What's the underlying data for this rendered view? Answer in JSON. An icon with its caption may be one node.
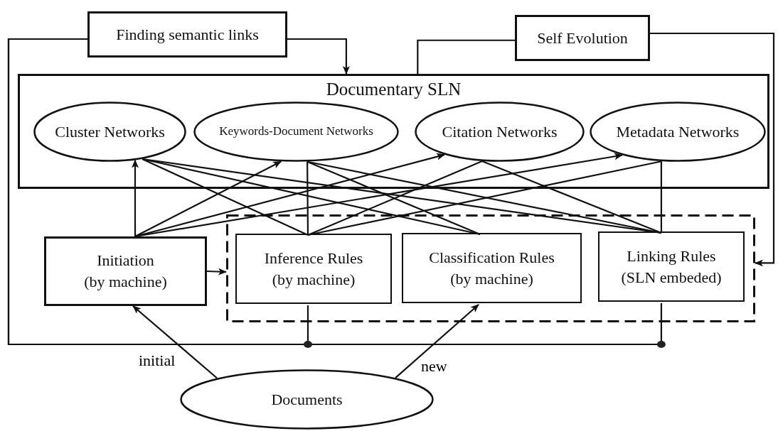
{
  "diagram": {
    "nodes": [
      {
        "text": [
          "Finding semantic links"
        ]
      },
      {
        "text": [
          "Self Evolution"
        ]
      },
      {
        "text": [
          "Documentary SLN"
        ]
      },
      {
        "text": [
          "Cluster Networks"
        ],
        "in": 2
      },
      {
        "text": [
          "Keywords-Document Networks"
        ],
        "in": 2
      },
      {
        "text": [
          "Citation Networks"
        ],
        "in": 2
      },
      {
        "text": [
          "Metadata Networks"
        ],
        "in": 2
      },
      {
        "text": [
          "Initiation (by machine)"
        ]
      },
      {
        "text": [],
        "shape": "box"
      },
      {
        "text": [
          "Inference Rules (by machine)"
        ],
        "in": 8
      },
      {
        "text": [
          "Classification Rules (by machine)"
        ],
        "in": 8
      },
      {
        "text": [
          "Linking Rules (SLN embeded)"
        ],
        "in": 8
      },
      {
        "text": [
          "Documents"
        ]
      }
    ],
    "edges": [
      {
        "from": 0,
        "to": 2,
        "arrow": "to"
      },
      {
        "from": 1,
        "to": 2,
        "arrow": "none"
      },
      {
        "from": 1,
        "to": 8,
        "arrow": "to"
      },
      {
        "from": 9,
        "to": 0,
        "arrow": "none"
      },
      {
        "from": 11,
        "to": 0,
        "arrow": "none"
      },
      {
        "from": 7,
        "to": 3,
        "arrow": "to"
      },
      {
        "from": 7,
        "to": 4,
        "arrow": "to"
      },
      {
        "from": 7,
        "to": 5,
        "arrow": "to"
      },
      {
        "from": 7,
        "to": 6,
        "arrow": "to"
      },
      {
        "from": 7,
        "to": 8,
        "arrow": "to"
      },
      {
        "from": 12,
        "to": 7,
        "arrow": "to",
        "label": "initial"
      },
      {
        "from": 12,
        "to": 10,
        "arrow": "to",
        "label": "new"
      },
      {
        "from": 3,
        "to": 9,
        "arrow": "none"
      },
      {
        "from": 3,
        "to": 10,
        "arrow": "none"
      },
      {
        "from": 3,
        "to": 11,
        "arrow": "none"
      },
      {
        "from": 4,
        "to": 9,
        "arrow": "none"
      },
      {
        "from": 4,
        "to": 10,
        "arrow": "none"
      },
      {
        "from": 4,
        "to": 11,
        "arrow": "none"
      },
      {
        "from": 5,
        "to": 9,
        "arrow": "none"
      },
      {
        "from": 5,
        "to": 11,
        "arrow": "none"
      },
      {
        "from": 6,
        "to": 9,
        "arrow": "none"
      },
      {
        "from": 6,
        "to": 11,
        "arrow": "none"
      }
    ]
  }
}
